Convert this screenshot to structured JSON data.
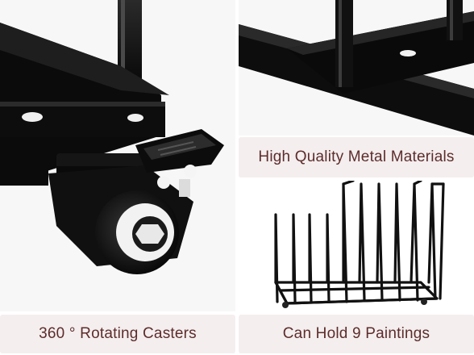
{
  "captions": {
    "metal": "High Quality Metal Materials",
    "caster": "360 ° Rotating Casters",
    "rack": "Can Hold 9 Paintings"
  },
  "colors": {
    "caption_bg": "#f4eeee",
    "caption_text": "#5e2c2c",
    "metal": "#111111"
  }
}
